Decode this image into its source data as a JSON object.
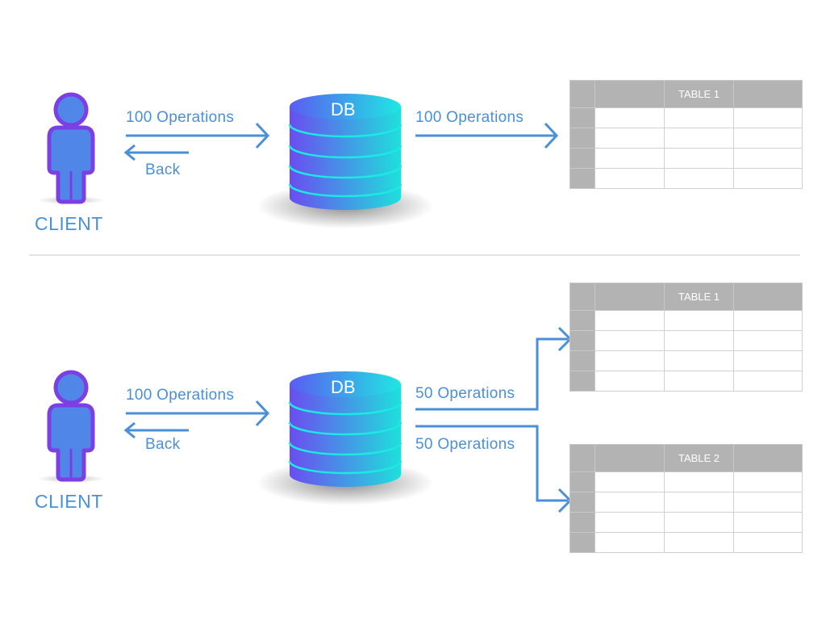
{
  "top": {
    "client_label": "CLIENT",
    "request_label": "100 Operations",
    "back_label": "Back",
    "db_label": "DB",
    "db_to_table_label": "100 Operations",
    "table_title": "TABLE 1"
  },
  "bottom": {
    "client_label": "CLIENT",
    "request_label": "100 Operations",
    "back_label": "Back",
    "db_label": "DB",
    "split_label_1": "50 Operations",
    "split_label_2": "50 Operations",
    "table1_title": "TABLE 1",
    "table2_title": "TABLE 2"
  },
  "colors": {
    "accent": "#4a90d9",
    "client_outline": "#7b3fe4",
    "client_fill": "#4f86e8",
    "db_left": "#6a4df0",
    "db_right": "#1ee0dc",
    "table_header": "#b3b3b3",
    "table_grid": "#d0d0d0"
  },
  "icons": {
    "client": "person-icon",
    "database": "database-cylinder-icon"
  }
}
